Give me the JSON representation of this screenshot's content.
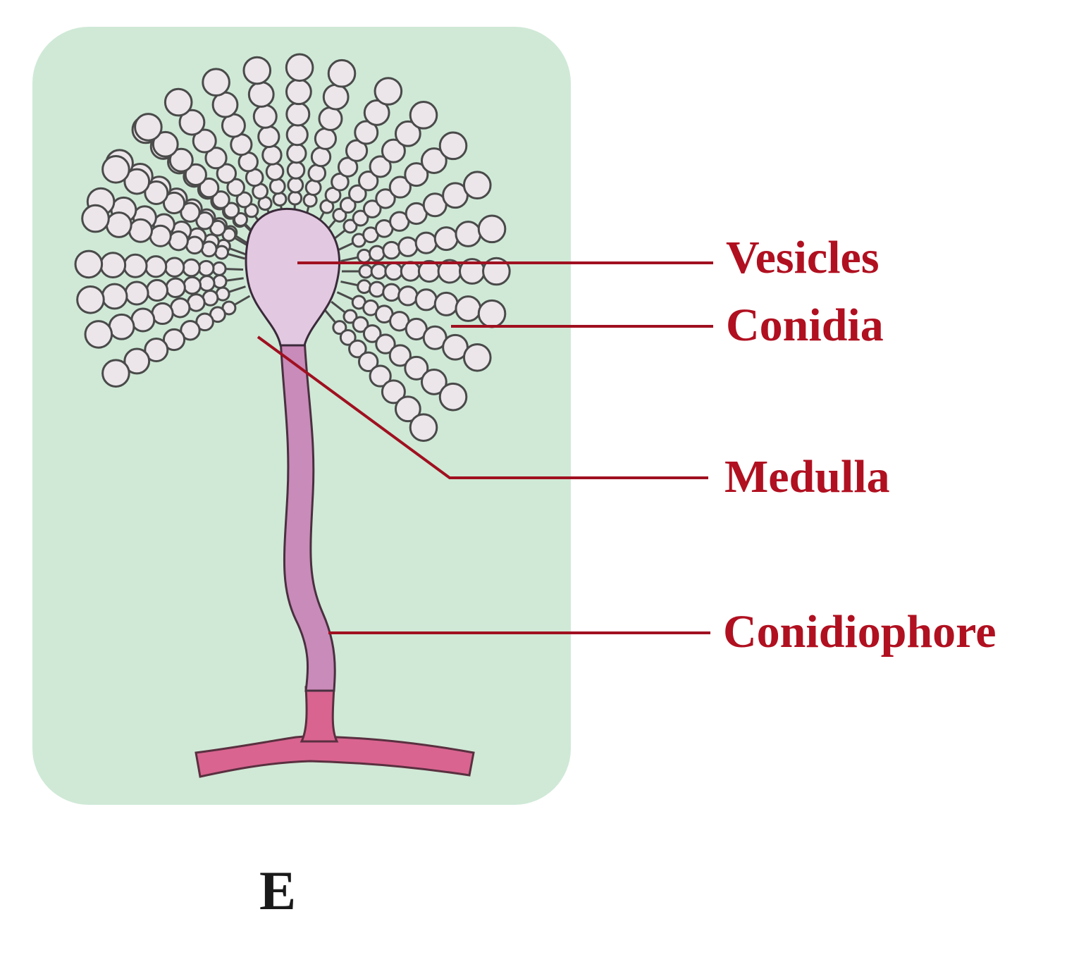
{
  "colors": {
    "panel_background": "#cfe9d6",
    "label_color": "#b01020",
    "leader_line_color": "#a01020",
    "stalk_color": "#c98bb9",
    "foot_color": "#d9648f",
    "vesicle_color": "#e2c8e0",
    "conidium_fill": "#ece6ea",
    "conidium_outline": "#4a4a4a",
    "caption_color": "#1a1a1a"
  },
  "labels": {
    "vesicles": "Vesicles",
    "conidia": "Conidia",
    "medulla": "Medulla",
    "conidiophore": "Conidiophore"
  },
  "caption": "E"
}
